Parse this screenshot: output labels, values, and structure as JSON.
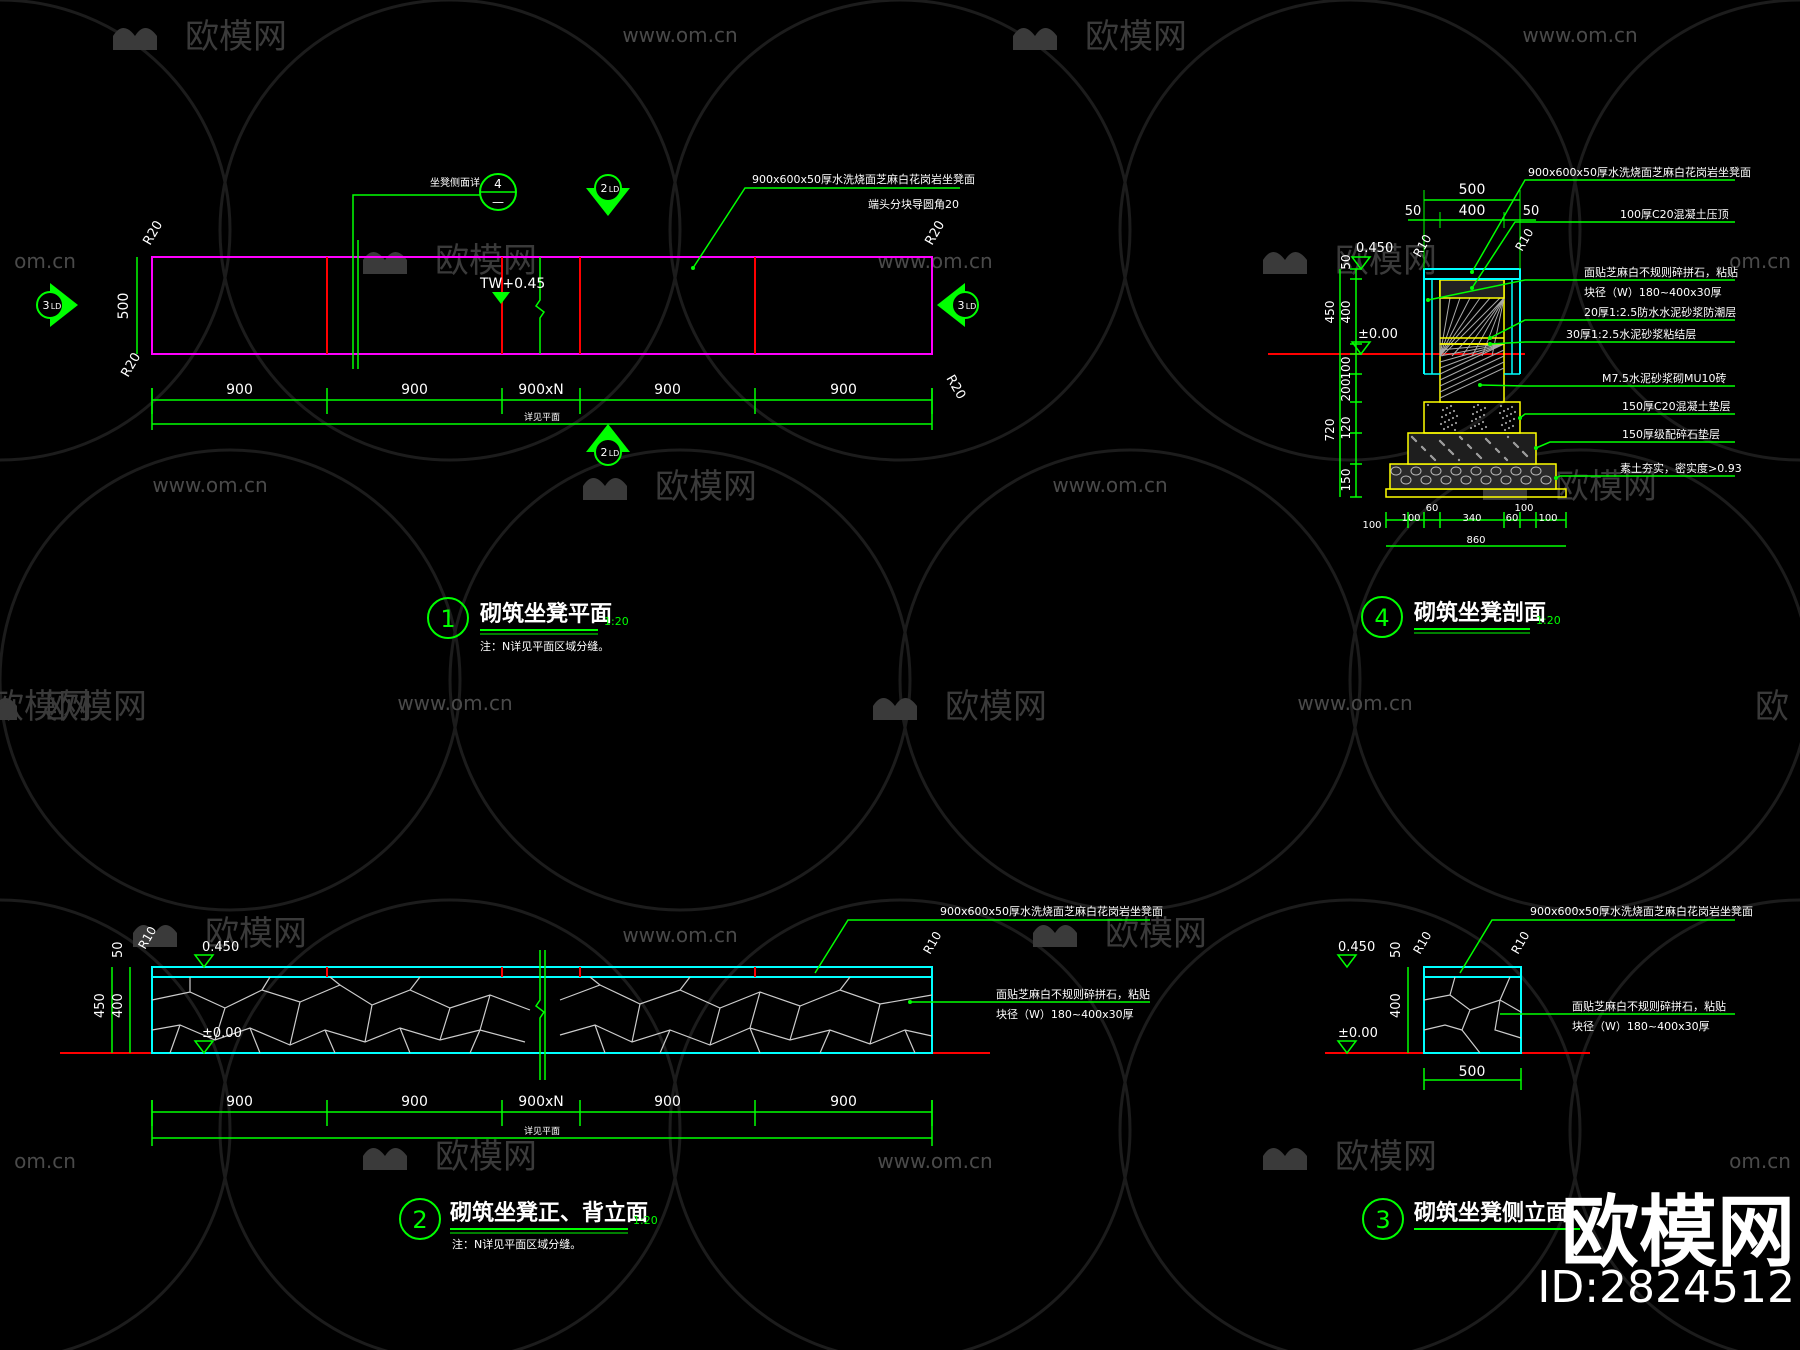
{
  "watermark": {
    "brand": "欧模网",
    "url": "www.om.cn",
    "url_short": "om.cn",
    "id": "ID:2824512",
    "brand_partial_left": "欧模网",
    "brand_partial_right": "欧"
  },
  "colors": {
    "background": "#000000",
    "dimension": "#00ff00",
    "outline_plan": "#ff00ff",
    "joint": "#ff0000",
    "ground": "#ff0000",
    "elevation_outline": "#00ffff",
    "hatch": "#dddddd",
    "layer_yellow": "#ffff00",
    "text": "#ffffff"
  },
  "view1": {
    "number": "1",
    "title": "砌筑坐凳平面",
    "scale": "1:20",
    "note": "注：N详见平面区域分缝。",
    "total_label": "详见平面",
    "callout_label": "坐凳侧面详",
    "callout_ref_top": "4",
    "callout_ref_bottom": "—",
    "marker_2_num": "2",
    "marker_2_sheet": "LD",
    "marker_3_num": "3",
    "marker_3_sheet": "LD",
    "top_note": "900x600x50厚水洗烧面芝麻白花岗岩坐凳面",
    "top_note2": "端头分块导圆角20",
    "level": "TW+0.45",
    "radius": "R20",
    "height_dim": "500",
    "dims": [
      "900",
      "900",
      "900xN",
      "900",
      "900"
    ]
  },
  "view2": {
    "number": "2",
    "title": "砌筑坐凳正、背立面",
    "scale": "1:20",
    "note": "注：N详见平面区域分缝。",
    "total_label": "详见平面",
    "top_note": "900x600x50厚水洗烧面芝麻白花岗岩坐凳面",
    "side_note1": "面贴芝麻白不规则碎拼石，粘贴",
    "side_note2": "块径（W）180~400x30厚",
    "level_top": "0.450",
    "level_ground": "±0.00",
    "radius": "R10",
    "dims_h": [
      "900",
      "900",
      "900xN",
      "900",
      "900"
    ],
    "dims_v": [
      "50",
      "400",
      "450"
    ]
  },
  "view3": {
    "number": "3",
    "title": "砌筑坐凳侧立面",
    "top_note": "900x600x50厚水洗烧面芝麻白花岗岩坐凳面",
    "side_note1": "面贴芝麻白不规则碎拼石，粘贴",
    "side_note2": "块径（W）180~400x30厚",
    "level_top": "0.450",
    "level_ground": "±0.00",
    "radius": "R10",
    "width_dim": "500",
    "dims_v": [
      "50",
      "400"
    ]
  },
  "view4": {
    "number": "4",
    "title": "砌筑坐凳剖面",
    "scale": "1:20",
    "level_top": "0.450",
    "level_ground": "±0.00",
    "radius": "R10",
    "top_dims": [
      "500",
      "50",
      "400",
      "50"
    ],
    "bottom_dims": [
      "100",
      "100",
      "60",
      "340",
      "60",
      "100",
      "100"
    ],
    "bottom_total": "860",
    "left_dims": [
      "50",
      "400",
      "450",
      "100",
      "200",
      "720",
      "120",
      "150"
    ],
    "layers": [
      "900x600x50厚水洗烧面芝麻白花岗岩坐凳面",
      "100厚C20混凝土压顶",
      "面贴芝麻白不规则碎拼石，粘贴",
      "块径（W）180~400x30厚",
      "20厚1:2.5防水水泥砂浆防潮层",
      "30厚1:2.5水泥砂浆粘结层",
      "M7.5水泥砂浆砌MU10砖",
      "150厚C20混凝土垫层",
      "150厚级配碎石垫层",
      "素土夯实，密实度>0.93"
    ]
  }
}
